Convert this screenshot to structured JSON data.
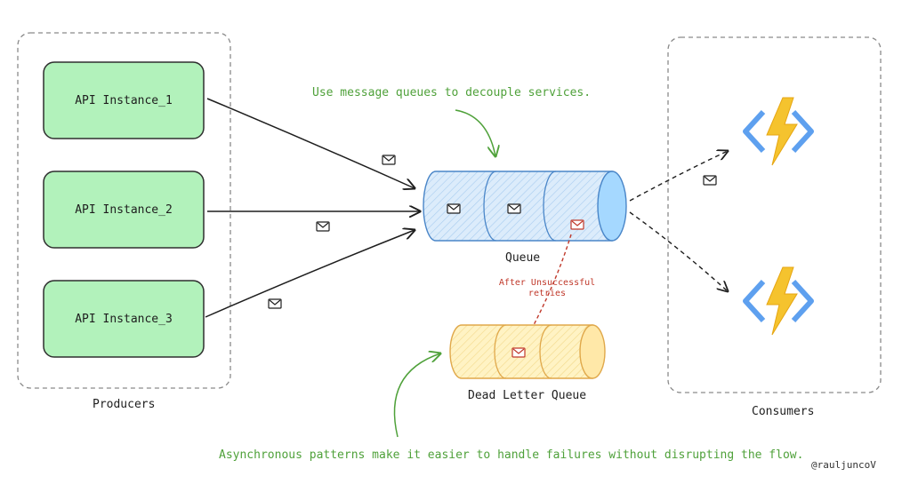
{
  "producers": {
    "label": "Producers",
    "instances": [
      "API Instance_1",
      "API Instance_2",
      "API Instance_3"
    ]
  },
  "consumers": {
    "label": "Consumers",
    "items": [
      "azure-function-icon",
      "azure-function-icon"
    ]
  },
  "queue": {
    "label": "Queue"
  },
  "dead_letter_queue": {
    "label": "Dead Letter Queue"
  },
  "annotations": {
    "top_note": "Use message queues to decouple services.",
    "retry_note_line1": "After Unsuccessful",
    "retry_note_line2": "retries",
    "bottom_note": "Asynchronous patterns make it easier to handle failures without disrupting the flow."
  },
  "credit": "@rauljuncoV",
  "colors": {
    "producer_fill": "#b2f2bb",
    "producer_stroke": "#2f2f2f",
    "queue_fill": "#a5d8ff",
    "queue_stroke": "#4a86c8",
    "dlq_fill": "#ffec99",
    "dlq_stroke": "#e0a84a",
    "note_green": "#4fa13a",
    "error_red": "#c0392b"
  }
}
